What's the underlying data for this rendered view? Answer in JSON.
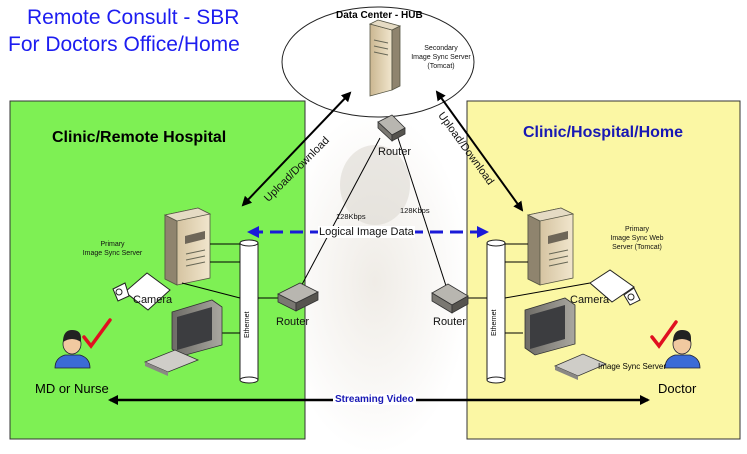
{
  "title": {
    "line1": "Remote Consult - SBR",
    "line2": "For Doctors Office/Home"
  },
  "hub": {
    "label": "Data Center - HUB",
    "server": {
      "line1": "Secondary",
      "line2": "Image Sync Server",
      "line3": "(Tomcat)"
    },
    "router_label": "Router"
  },
  "left_site": {
    "title": "Clinic/Remote Hospital",
    "server": {
      "line1": "Primary",
      "line2": "Image Sync Server"
    },
    "camera_label": "Camera",
    "router_label": "Router",
    "ethernet_label": "Ethernet",
    "person_label": "MD or Nurse",
    "upload_label": "Upload/Download"
  },
  "right_site": {
    "title": "Clinic/Hospital/Home",
    "server": {
      "line1": "Primary",
      "line2": "Image Sync Web",
      "line3": "Server (Tomcat)"
    },
    "camera_label": "Camera",
    "router_label": "Router",
    "ethernet_label": "Ethernet",
    "sync_label": "Image Sync Server",
    "person_label": "Doctor",
    "upload_label": "Upload/Download"
  },
  "links": {
    "left_bandwidth": "128Kbps",
    "right_bandwidth": "128Kbps"
  },
  "logical_image_data": "Logical Image Data",
  "streaming_video": "Streaming Video",
  "colors": {
    "left_panel": "#7ef054",
    "right_panel": "#fbf7a4",
    "title_blue": "#1d1df0",
    "right_title": "#1818b4",
    "dashed_arrow": "#1a1ad8",
    "streaming_label": "#1818b4",
    "check_red": "#e01020"
  }
}
